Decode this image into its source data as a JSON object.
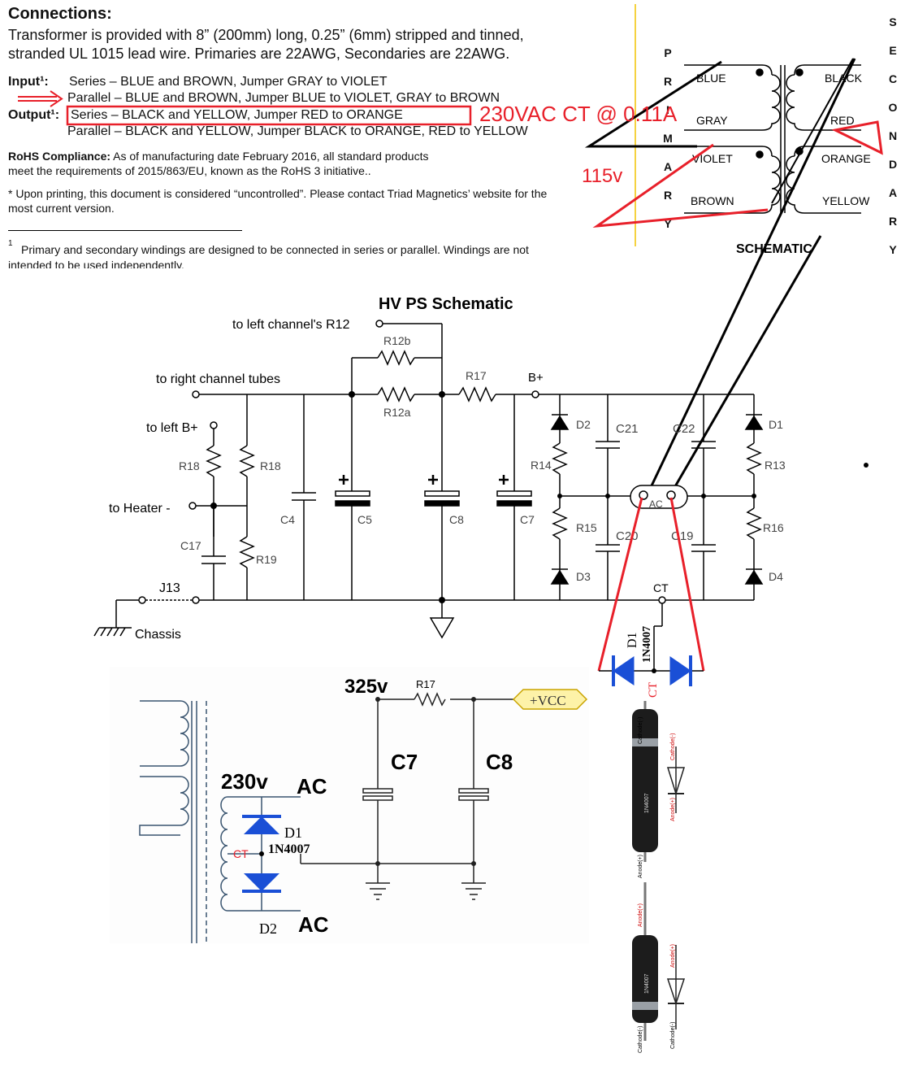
{
  "connections": {
    "heading": "Connections:",
    "line1": "Transformer is provided with 8” (200mm) long, 0.25” (6mm) stripped and tinned,",
    "line2": "stranded UL 1015 lead wire. Primaries are 22AWG, Secondaries are 22AWG.",
    "input_label": "Input¹:",
    "input_series": "Series – BLUE and BROWN, Jumper GRAY to VIOLET",
    "input_parallel": "Parallel – BLUE and BROWN, Jumper BLUE to VIOLET, GRAY to BROWN",
    "output_label": "Output¹:",
    "output_series": "Series – BLACK and YELLOW, Jumper RED to ORANGE",
    "output_parallel": "Parallel – BLACK and YELLOW, Jumper BLACK to ORANGE, RED to YELLOW",
    "rohs_label": "RoHS Compliance:",
    "rohs_text1": "As of manufacturing date February 2016, all standard products",
    "rohs_text2": "meet the requirements of 2015/863/EU, known as the RoHS 3 initiative..",
    "note1": "* Upon printing, this document is considered “uncontrolled”. Please contact Triad Magnetics’ website for the",
    "note2": "most current version.",
    "footnote_mark": "1",
    "footnote": "Primary and secondary windings are designed to be connected in series or parallel. Windings are not",
    "footnote_cut": "intended to be used independently."
  },
  "annotations": {
    "vac_ct": "230VAC CT @ 0.11A",
    "v115": "115v",
    "v325": "325v",
    "v230": "230v"
  },
  "transformer": {
    "primary_letters": [
      "P",
      "R",
      "I",
      "M",
      "A",
      "R",
      "Y"
    ],
    "secondary_letters": [
      "S",
      "E",
      "C",
      "O",
      "N",
      "D",
      "A",
      "R",
      "Y"
    ],
    "wires_left": [
      "BLUE",
      "GRAY",
      "VIOLET",
      "BROWN"
    ],
    "wires_right": [
      "BLACK",
      "RED",
      "ORANGE",
      "YELLOW"
    ],
    "caption": "SCHEMATIC"
  },
  "hvps": {
    "title": "HV PS Schematic",
    "to_left_r12": "to left channel's R12",
    "to_right_tubes": "to right channel tubes",
    "to_left_bplus": "to left B+",
    "to_heater": "to Heater -",
    "chassis": "Chassis",
    "j13": "J13",
    "r12b": "R12b",
    "r12a": "R12a",
    "r17": "R17",
    "bplus": "B+",
    "r18a": "R18",
    "r18b": "R18",
    "r19": "R19",
    "c17": "C17",
    "c4": "C4",
    "c5": "C5",
    "c8": "C8",
    "c7": "C7",
    "d2": "D2",
    "d1": "D1",
    "d3": "D3",
    "d4": "D4",
    "r14": "R14",
    "r15": "R15",
    "r13": "R13",
    "r16": "R16",
    "c21": "C21",
    "c22": "C22",
    "c20": "C20",
    "c19": "C19",
    "ac": "AC",
    "ct": "CT"
  },
  "rect_mid": {
    "d1": "D1",
    "part": "1N4007",
    "ct": "CT"
  },
  "lower": {
    "r17": "R17",
    "vcc": "+VCC",
    "c7": "C7",
    "c8": "C8",
    "ac_top": "AC",
    "ac_bot": "AC",
    "d1": "D1",
    "part": "1N4007",
    "ct": "CT",
    "d2": "D2"
  },
  "diode_photo": {
    "body_text": "1N4007",
    "cathode": "Cathode(-)",
    "anode": "Anode(+)",
    "cathode_side": "Cathode(-)",
    "anode_side": "Anode(+)"
  },
  "colors": {
    "red_annotation": "#e8202a",
    "diode_blue": "#1a4fd6",
    "vcc_fill": "#fdf2a8"
  }
}
